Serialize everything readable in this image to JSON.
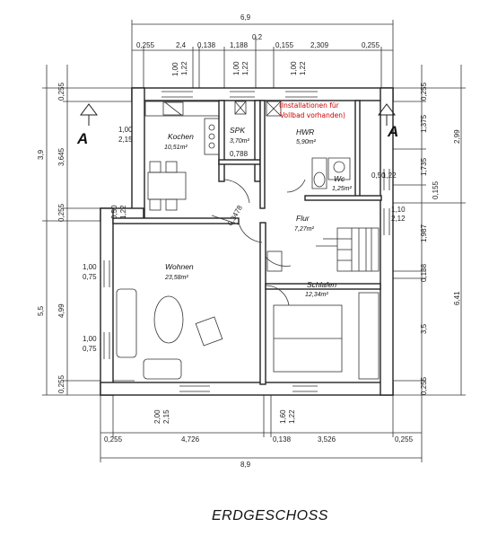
{
  "plan": {
    "title": "ERDGESCHOSS",
    "section_marker": "A",
    "rooms": {
      "kochen": {
        "name": "Kochen",
        "area": "10,51m²"
      },
      "spk": {
        "name": "SPK",
        "area": "3,70m²"
      },
      "hwr": {
        "name": "HWR",
        "area": "5,90m²"
      },
      "wc": {
        "name": "Wc",
        "area": "1,25m²"
      },
      "flur": {
        "name": "Flur",
        "area": "7,27m²"
      },
      "wohnen": {
        "name": "Wohnen",
        "area": "23,58m²"
      },
      "schlafen": {
        "name": "Schlafen",
        "area": "12,34m²"
      }
    },
    "note": {
      "line1": "(Installationen für",
      "line2": "Vollbad vorhanden)"
    },
    "top_dims": {
      "total": "6,9",
      "small": "0,2",
      "segments": [
        "0,255",
        "2,4",
        "0,138",
        "1,188",
        "0,155",
        "2,309",
        "0,255"
      ]
    },
    "bottom_dims": {
      "total": "8,9",
      "segments": [
        "0,255",
        "4,726",
        "0,138",
        "3,526",
        "0,255"
      ]
    },
    "left_dims": {
      "upper_total": "3,9",
      "lower_total": "5,5",
      "upper": [
        "0,255",
        "3,645",
        "0,255"
      ],
      "lower": [
        "4,99",
        "0,255"
      ]
    },
    "right_dims": {
      "upper_total": "2,99",
      "lower_total": "6,41",
      "segments": [
        "0,255",
        "1,375",
        "1,735",
        "0,155",
        "1,987",
        "0,138",
        "3,5",
        "0,255"
      ]
    },
    "openings": {
      "o1": {
        "w": "1,00",
        "h": "1,22"
      },
      "o2": {
        "w": "1,00",
        "h": "1,22"
      },
      "o3": {
        "w": "1,00",
        "h": "1,22"
      },
      "o4": {
        "w": "1,00",
        "h": "2,15"
      },
      "o5": {
        "w": "0,50",
        "h": "1,22"
      },
      "o6": {
        "w": "1,10",
        "h": "2,12"
      },
      "o7": {
        "w": "0,50",
        "h": "1,22"
      },
      "o8": {
        "w": "1,00",
        "h": "0,75"
      },
      "o9": {
        "w": "1,00",
        "h": "0,75"
      },
      "o10": {
        "w": "2,00",
        "h": "2,15"
      },
      "o11": {
        "w": "1,60",
        "h": "1,22"
      }
    },
    "door_label": "0,3478",
    "spk_width": "0,788"
  }
}
